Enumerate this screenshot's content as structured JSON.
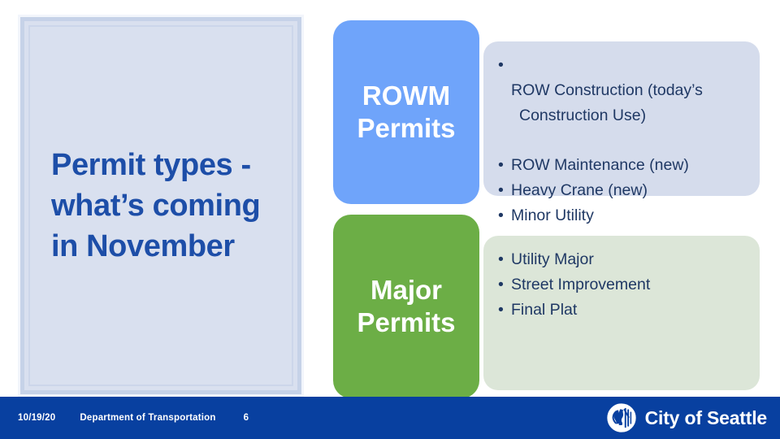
{
  "slide": {
    "title": "Permit types -\nwhat’s coming\nin November",
    "colors": {
      "title_text": "#1d4ea8",
      "title_panel_bg": "#d9e0ef",
      "rowm_box": "#6fa4fa",
      "major_box": "#6cae46",
      "rowm_panel_bg": "#d5dcec",
      "major_panel_bg": "#dce6d8",
      "bullet_text": "#1f3864",
      "footer_bar": "#0840a0"
    }
  },
  "groups": [
    {
      "label": "ROWM\nPermits",
      "items": [
        {
          "text": "ROW Construction (today’s",
          "continuation": "Construction Use)"
        },
        {
          "text": "ROW Maintenance (new)"
        },
        {
          "text": "Heavy Crane (new)"
        },
        {
          "text": "Minor Utility"
        }
      ]
    },
    {
      "label": "Major\nPermits",
      "items": [
        {
          "text": "Utility Major"
        },
        {
          "text": "Street Improvement"
        },
        {
          "text": "Final Plat"
        }
      ]
    }
  ],
  "footer": {
    "date": "10/19/20",
    "department": "Department of Transportation",
    "page_number": "6",
    "logo_text": "City of Seattle",
    "logo_icon": "seattle-seal-icon"
  }
}
